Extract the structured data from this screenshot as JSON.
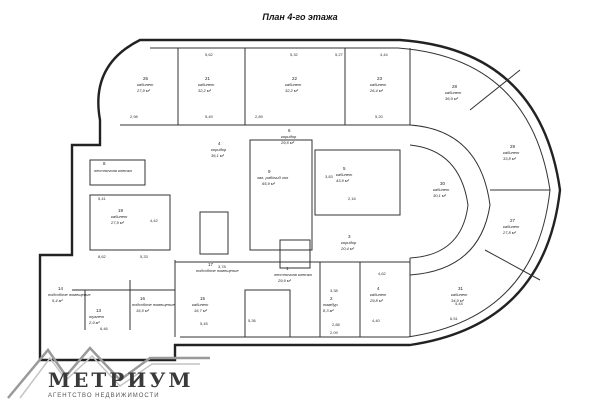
{
  "title": "План 4-го этажа",
  "rooms": [
    {
      "num": "26",
      "name": "кабинет",
      "area": "27,9 м²"
    },
    {
      "num": "21",
      "name": "кабинет",
      "area": "32,2 м²"
    },
    {
      "num": "22",
      "name": "кабинет",
      "area": "32,2 м²"
    },
    {
      "num": "23",
      "name": "кабинет",
      "area": "26,4 м²"
    },
    {
      "num": "28",
      "name": "кабинет",
      "area": "36,9 м²"
    },
    {
      "num": "4",
      "name": "коридор",
      "area": "36,1 м²"
    },
    {
      "num": "6",
      "name": "коридор",
      "area": "29,6 м²"
    },
    {
      "num": "8",
      "name": "лестничная клетка",
      "area": ""
    },
    {
      "num": "9",
      "name": "зал, рабочий хол",
      "area": "65,9 м²"
    },
    {
      "num": "5",
      "name": "кабинет",
      "area": "43,9 м²"
    },
    {
      "num": "29",
      "name": "кабинет",
      "area": "33,8 м²"
    },
    {
      "num": "30",
      "name": "кабинет",
      "area": "30,1 м²"
    },
    {
      "num": "19",
      "name": "кабинет",
      "area": "27,9 м²"
    },
    {
      "num": "27",
      "name": "кабинет",
      "area": "27,8 м²"
    },
    {
      "num": "3",
      "name": "коридор",
      "area": "20,4 м²"
    },
    {
      "num": "17",
      "name": "подсобное помещение",
      "area": ""
    },
    {
      "num": "1",
      "name": "лестничная клетка",
      "area": "29,9 м²"
    },
    {
      "num": "2",
      "name": "тамбур",
      "area": "8,3 м²"
    },
    {
      "num": "4",
      "name": "кабинет",
      "area": "29,8 м²"
    },
    {
      "num": "31",
      "name": "кабинет",
      "area": "34,9 м²"
    },
    {
      "num": "14",
      "name": "подсобное помещение",
      "area": "5,4 м²"
    },
    {
      "num": "13",
      "name": "туалет",
      "area": "2,9 м²"
    },
    {
      "num": "16",
      "name": "подсобное помещение",
      "area": "16,5 м²"
    },
    {
      "num": "15",
      "name": "кабинет",
      "area": "16,7 м²"
    }
  ],
  "dimensions": [
    "5,62",
    "5,32",
    "5,27",
    "4,44",
    "2,98",
    "5,49",
    "2,89",
    "5,20",
    "3,83",
    "4,42",
    "5,41",
    "8,62",
    "5,33",
    "4,62",
    "3,78",
    "2,16",
    "3,38",
    "4,44",
    "6,51",
    "2,88",
    "2,09",
    "4,40",
    "6,46",
    "5,45",
    "5,36"
  ],
  "logo": {
    "name": "МЕТРИУМ",
    "tagline": "АГЕНТСТВО НЕДВИЖИМОСТИ"
  }
}
